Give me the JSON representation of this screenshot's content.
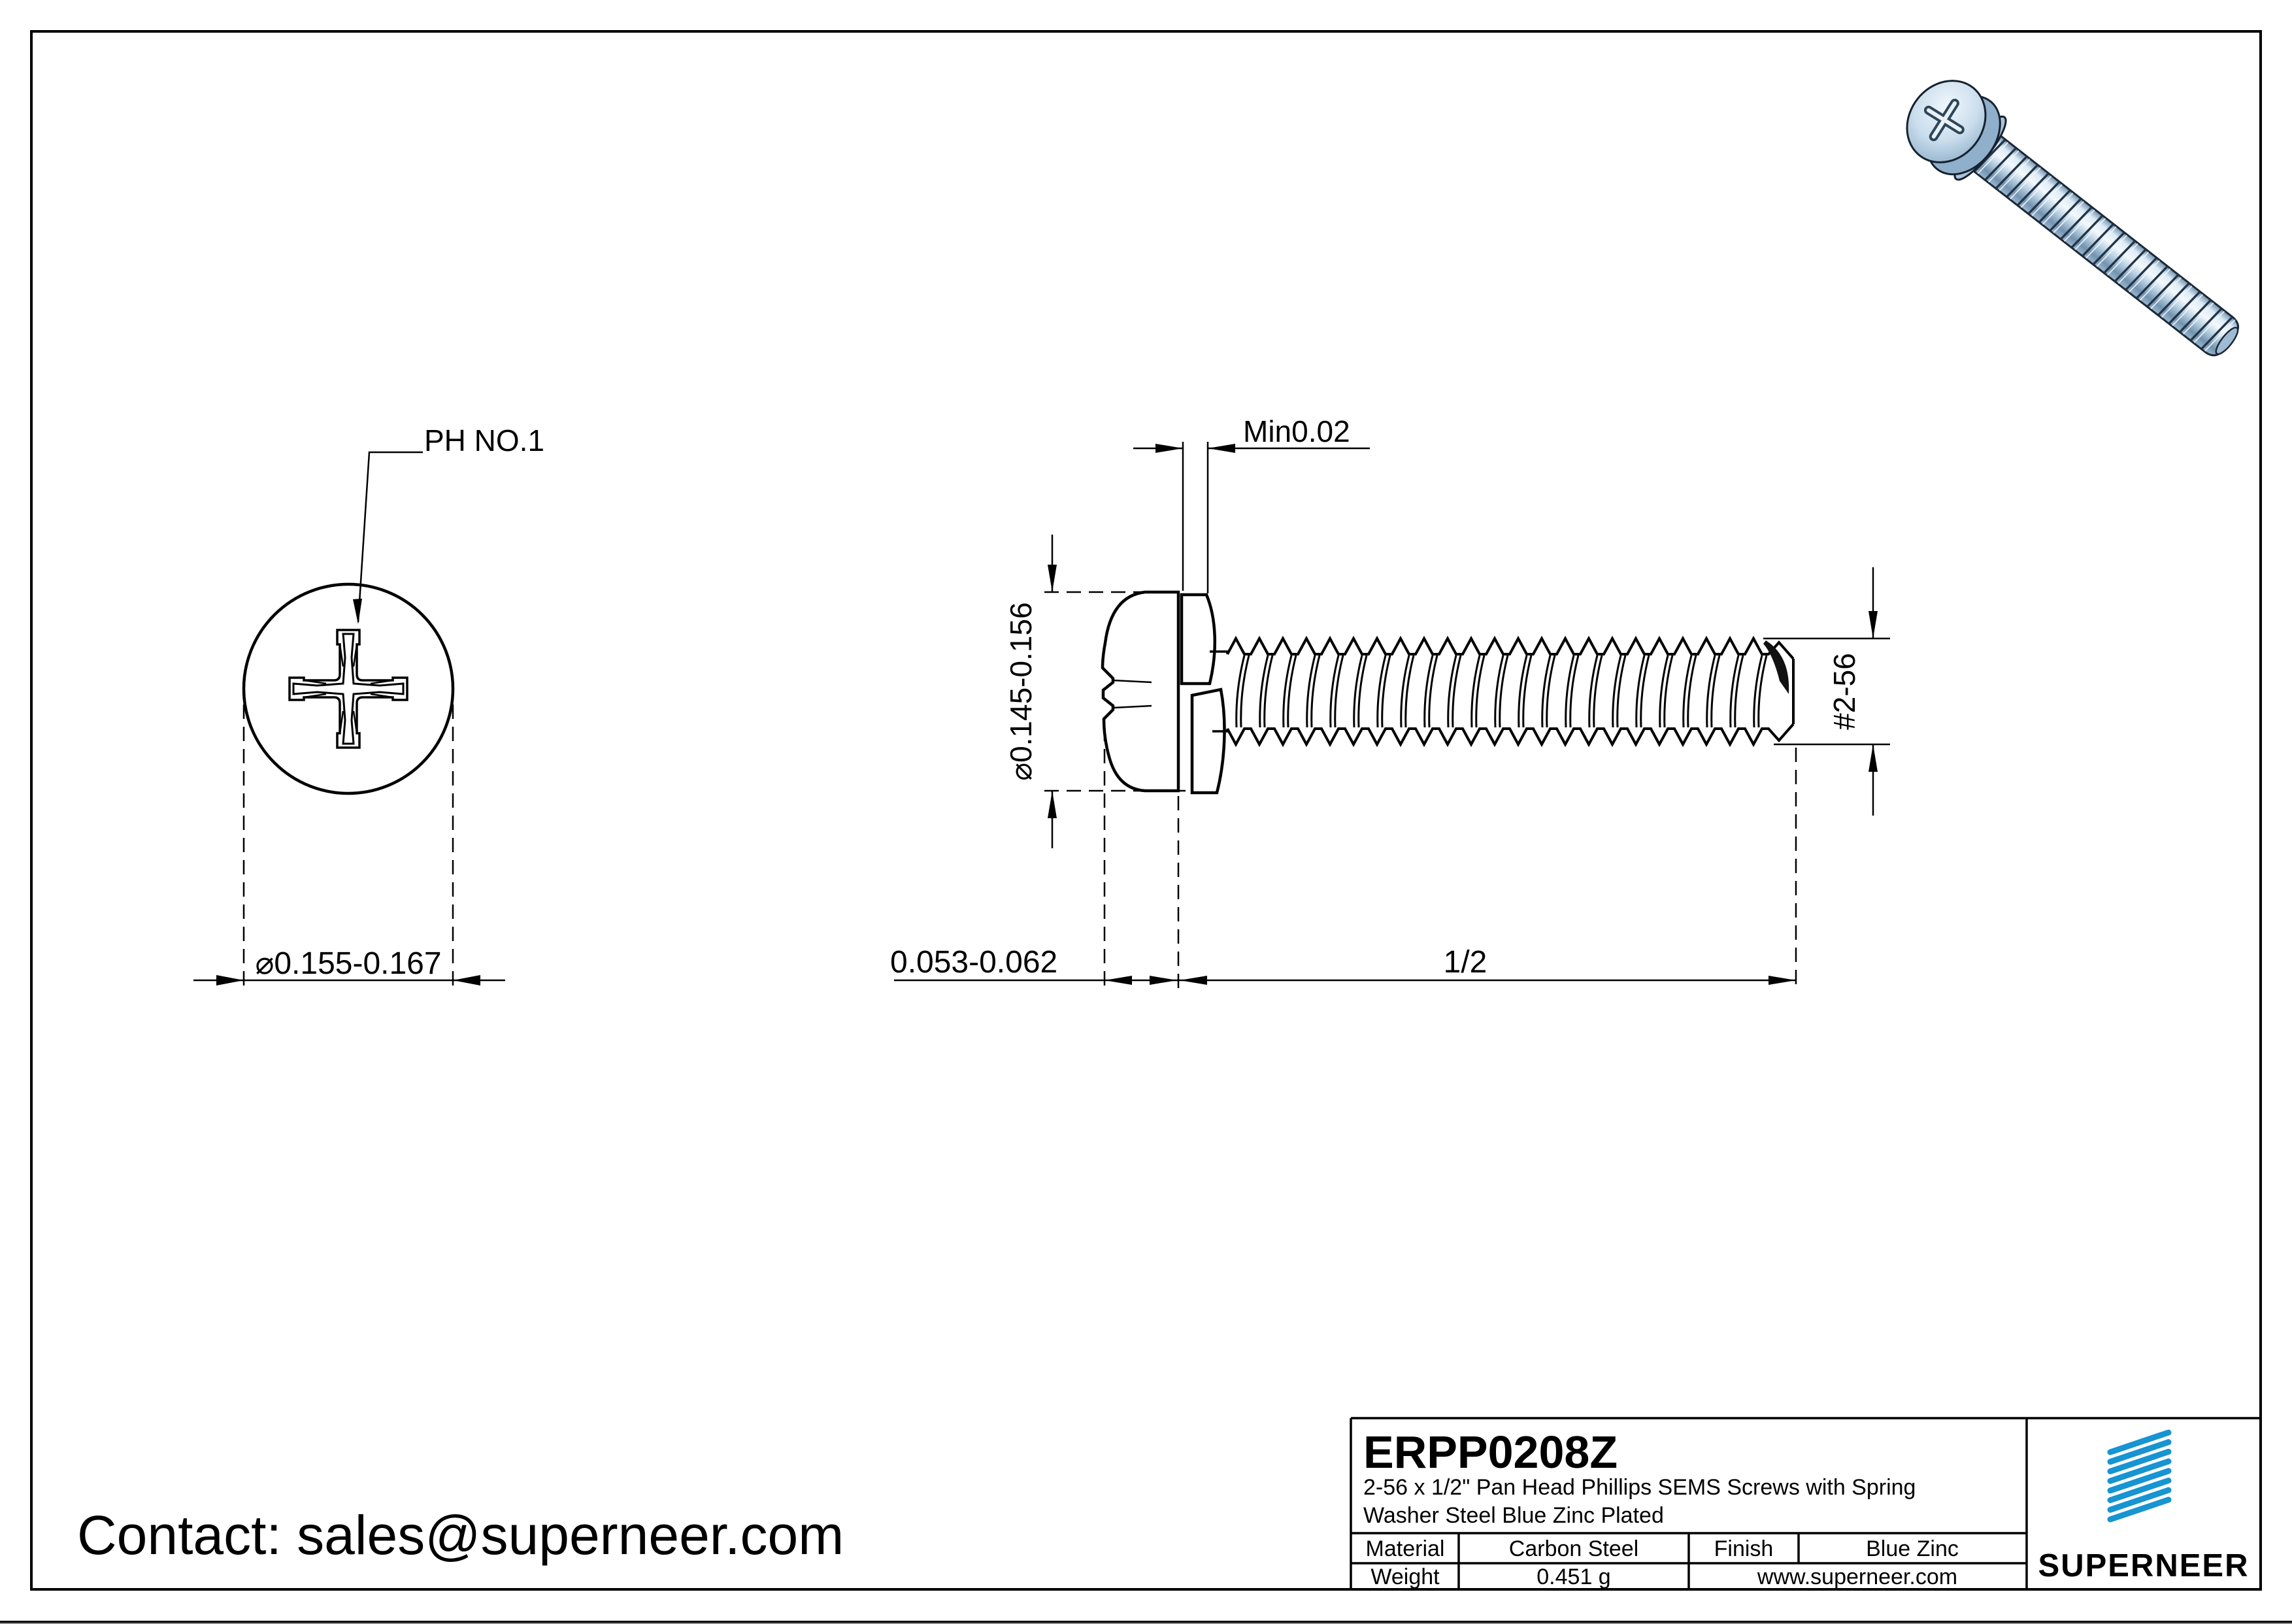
{
  "contact": {
    "label": "Contact: sales@superneer.com"
  },
  "drawing": {
    "top_view": {
      "recess_label": "PH NO.1",
      "head_diameter_dim": "⌀0.155-0.167"
    },
    "side_view": {
      "washer_gap_dim": "Min0.02",
      "head_diameter_dim": "⌀0.145-0.156",
      "head_height_dim": "0.053-0.062",
      "length_dim": "1/2",
      "thread_size_dim": "#2-56"
    }
  },
  "title_block": {
    "part_number": "ERPP0208Z",
    "description_line1": "2-56 x 1/2\" Pan Head Phillips SEMS Screws with Spring",
    "description_line2": "Washer Steel Blue Zinc Plated",
    "material_label": "Material",
    "material_value": "Carbon Steel",
    "finish_label": "Finish",
    "finish_value": "Blue Zinc",
    "weight_label": "Weight",
    "weight_value": "0.451 g",
    "website": "www.superneer.com",
    "brand": "SUPERNEER",
    "brand_color": "#1794d2",
    "link_color": "#1e7ec9",
    "line_color": "#000000"
  }
}
